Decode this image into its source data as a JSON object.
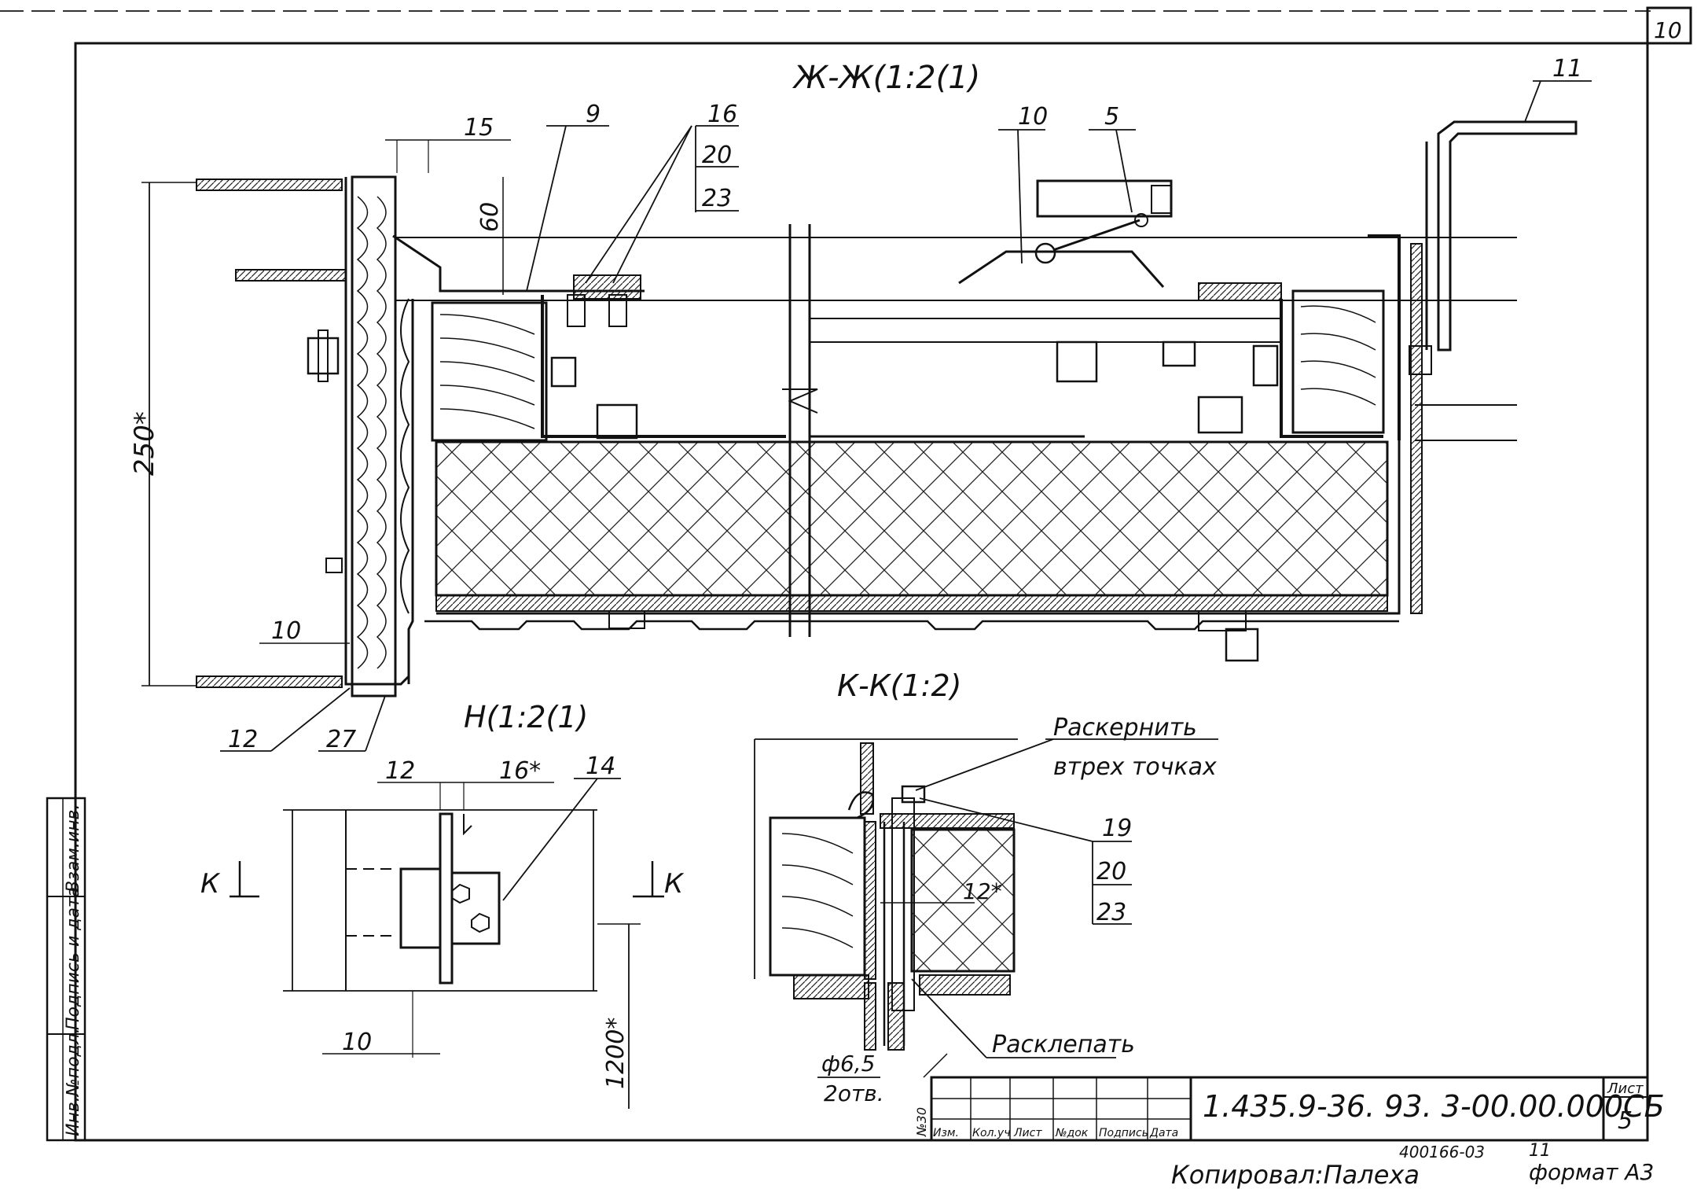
{
  "sheet_corner_number": "10",
  "views": {
    "section_main": "Ж-Ж(1:2(1)",
    "detail_n": "Н(1:2(1)",
    "section_k": "К-К(1:2)",
    "cut_mark": "К"
  },
  "callouts": {
    "p9": "9",
    "p16": "16",
    "p20": "20",
    "p23": "23",
    "p10": "10",
    "p5": "5",
    "p11": "11",
    "p12": "12",
    "p27": "27",
    "p14": "14",
    "p19": "19",
    "p20b": "20",
    "p23b": "23"
  },
  "dimensions": {
    "d15": "15",
    "d60": "60",
    "d250": "250*",
    "d10": "10",
    "d12": "12",
    "d16": "16*",
    "d10b": "10",
    "d1200": "1200*",
    "d12b": "12*",
    "hole": "ф6,5",
    "hole_count": "2отв."
  },
  "notes": {
    "drill_line1": "Раскернить",
    "drill_line2": "втрех точках",
    "rivet": "Расклепать"
  },
  "left_strip": {
    "items": [
      "Инв.№подл.",
      "Подпись и дата",
      "Взам.инв."
    ]
  },
  "title_block": {
    "code": "1.435.9-36. 93. 3-00.00.000СБ",
    "sheet_label": "Лист",
    "sheet_no": "5",
    "rev_headers": [
      "Изм.",
      "Кол.уч",
      "Лист",
      "№док",
      "Подпись",
      "Дата"
    ],
    "side_stamp": "№30"
  },
  "footer": {
    "copied_by": "Копировал:Палеха",
    "archive_no": "400166-03",
    "archive_sheet": "11",
    "format": "формат А3"
  }
}
